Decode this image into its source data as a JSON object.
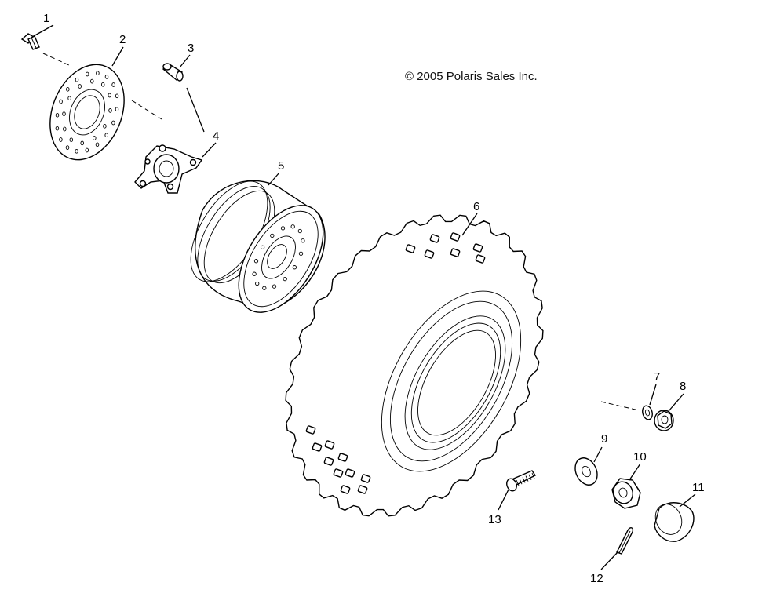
{
  "copyright": "© 2005 Polaris Sales Inc.",
  "callouts": [
    "1",
    "2",
    "3",
    "4",
    "5",
    "6",
    "7",
    "8",
    "9",
    "10",
    "11",
    "12",
    "13"
  ],
  "parts_icons": [
    "bolt-icon",
    "brake-disc-icon",
    "stud-icon",
    "hub-icon",
    "wheel-rim-icon",
    "tire-icon",
    "washer-icon",
    "nut-icon",
    "washer-icon",
    "nut-icon",
    "cap-icon",
    "cotter-pin-icon",
    "valve-stem-icon"
  ]
}
